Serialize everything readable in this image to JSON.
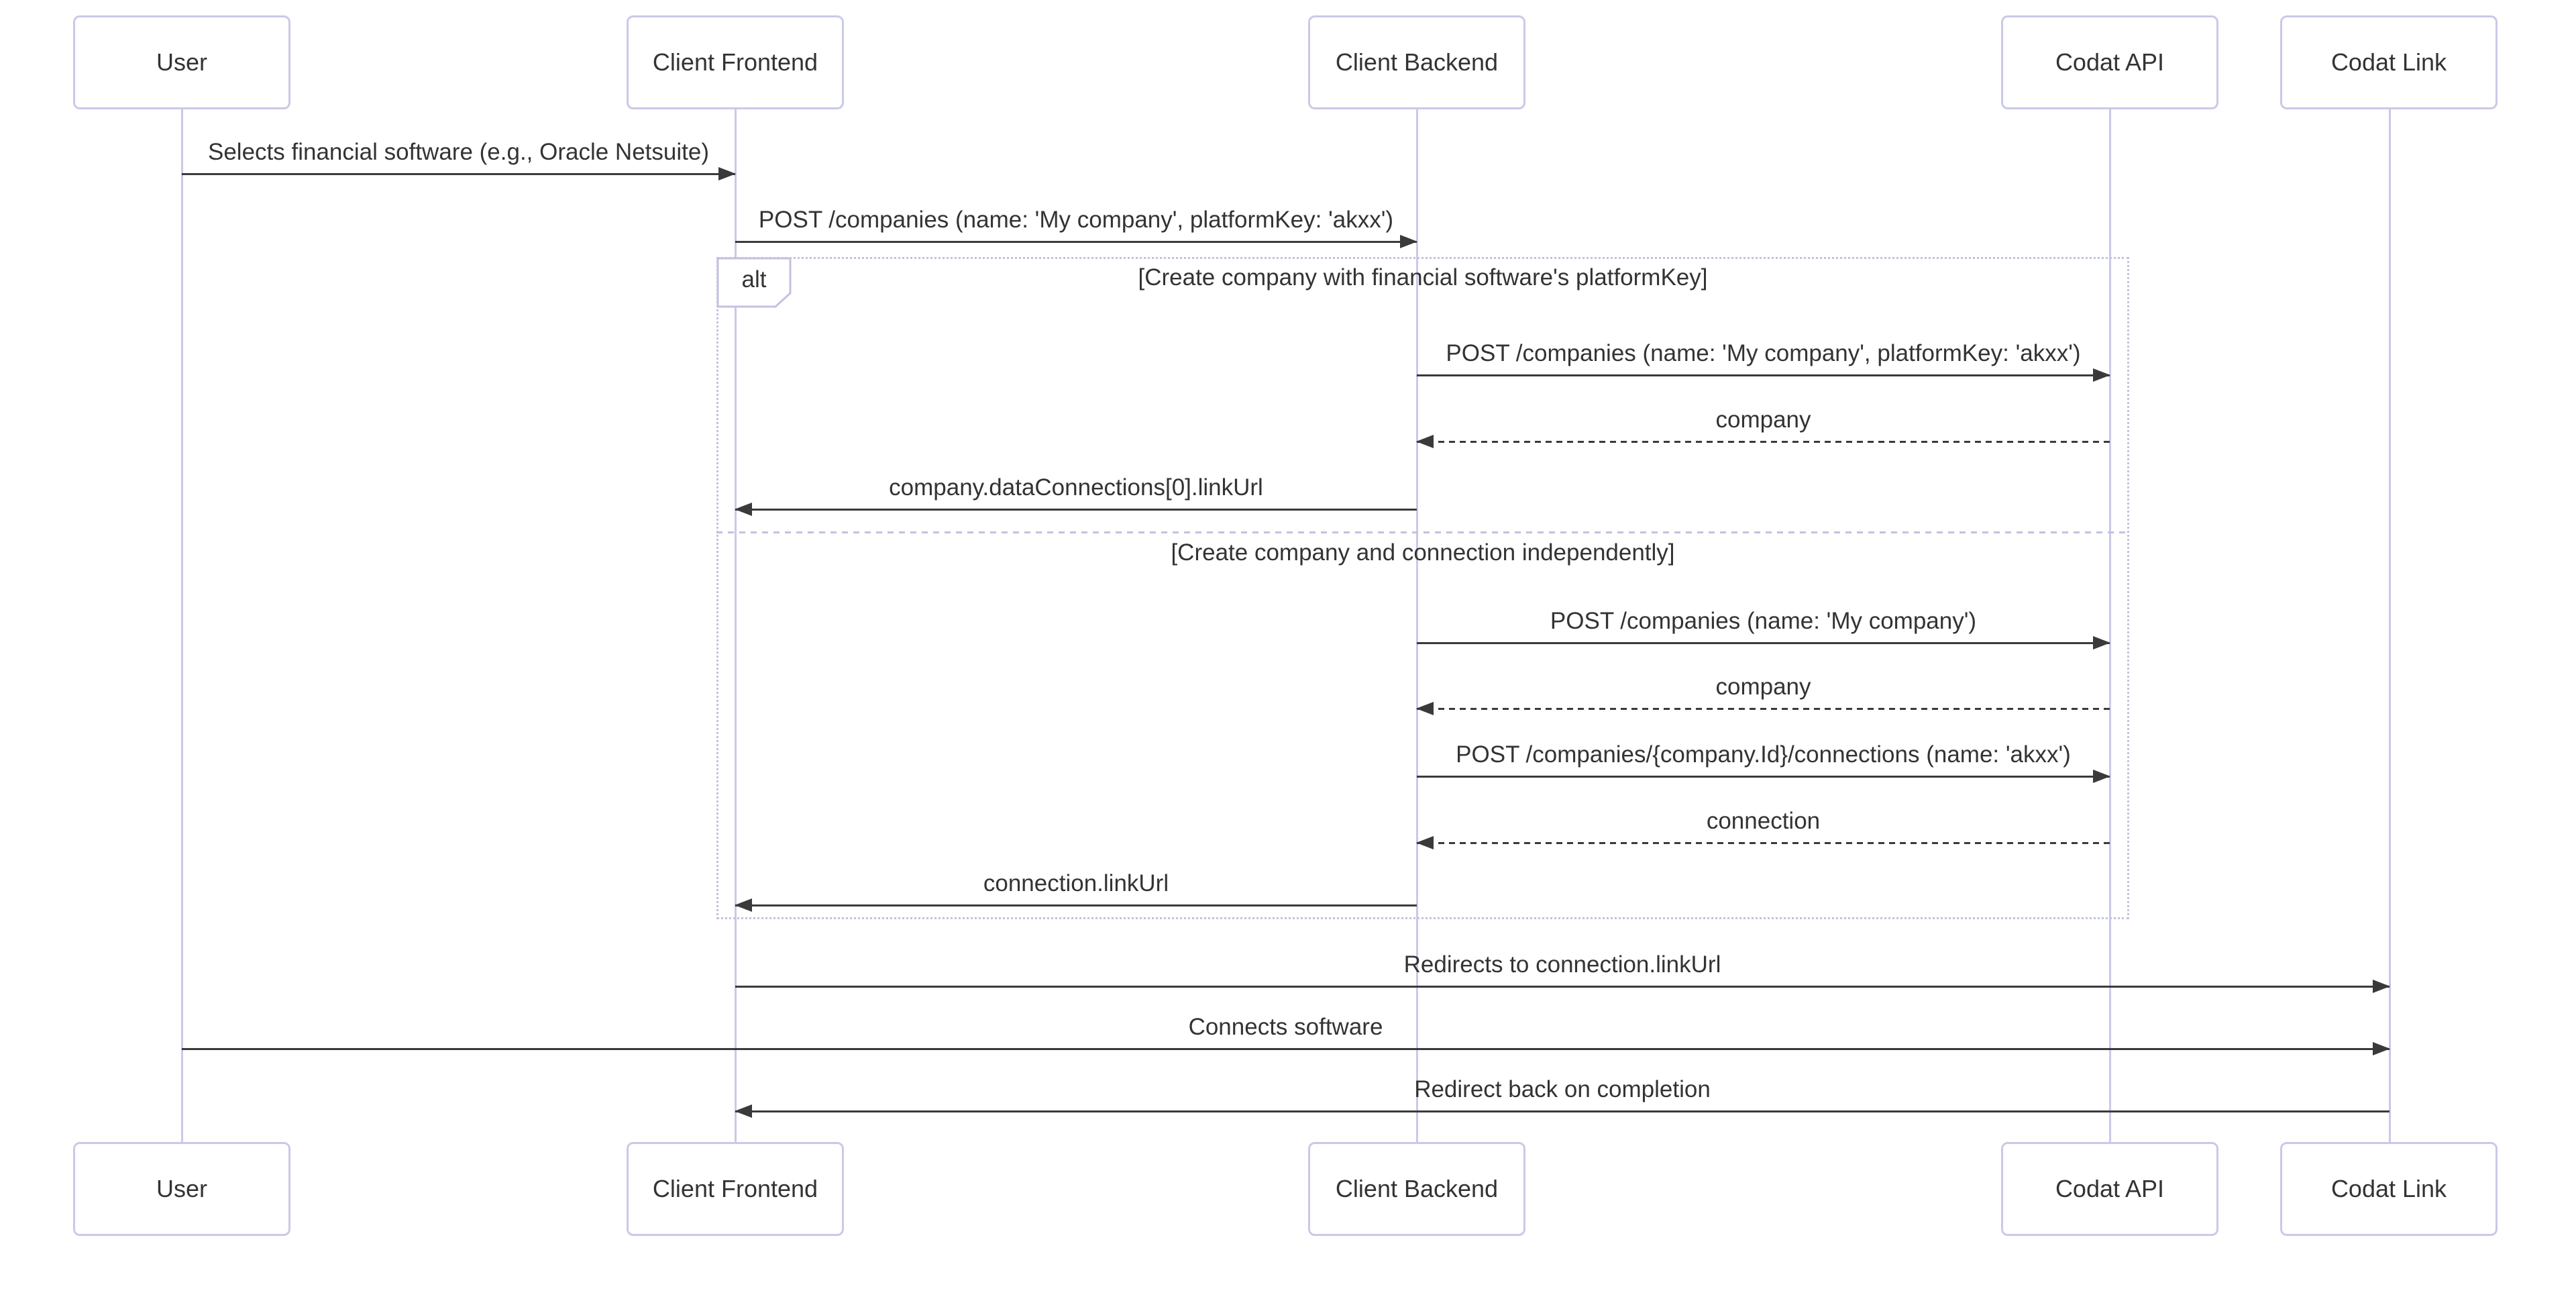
{
  "diagram": {
    "type": "sequence",
    "actors": [
      {
        "name": "User"
      },
      {
        "name": "Client Frontend"
      },
      {
        "name": "Client Backend"
      },
      {
        "name": "Codat API"
      },
      {
        "name": "Codat Link"
      }
    ],
    "alt_block": {
      "operator": "alt",
      "branches": [
        {
          "title": "[Create company with financial software's platformKey]"
        },
        {
          "title": "[Create company and connection independently]"
        }
      ]
    },
    "messages": [
      {
        "from": "User",
        "to": "Client Frontend",
        "line": "solid",
        "label": "Selects financial software (e.g., Oracle Netsuite)"
      },
      {
        "from": "Client Frontend",
        "to": "Client Backend",
        "line": "solid",
        "label": "POST /companies (name: 'My company', platformKey: 'akxx')"
      },
      {
        "from": "Client Backend",
        "to": "Codat API",
        "line": "solid",
        "label": "POST /companies (name: 'My company', platformKey: 'akxx')"
      },
      {
        "from": "Codat API",
        "to": "Client Backend",
        "line": "dashed",
        "label": "company"
      },
      {
        "from": "Client Backend",
        "to": "Client Frontend",
        "line": "solid",
        "label": "company.dataConnections[0].linkUrl"
      },
      {
        "from": "Client Backend",
        "to": "Codat API",
        "line": "solid",
        "label": "POST /companies (name: 'My company')"
      },
      {
        "from": "Codat API",
        "to": "Client Backend",
        "line": "dashed",
        "label": "company"
      },
      {
        "from": "Client Backend",
        "to": "Codat API",
        "line": "solid",
        "label": "POST /companies/{company.Id}/connections (name: 'akxx')"
      },
      {
        "from": "Codat API",
        "to": "Client Backend",
        "line": "dashed",
        "label": "connection"
      },
      {
        "from": "Client Backend",
        "to": "Client Frontend",
        "line": "solid",
        "label": "connection.linkUrl"
      },
      {
        "from": "Client Frontend",
        "to": "Codat Link",
        "line": "solid",
        "label": "Redirects to connection.linkUrl"
      },
      {
        "from": "User",
        "to": "Codat Link",
        "line": "solid",
        "label": "Connects software"
      },
      {
        "from": "Codat Link",
        "to": "Client Frontend",
        "line": "solid",
        "label": "Redirect back on completion"
      }
    ],
    "colors": {
      "background": "#ffffff",
      "lifeline": "#c9c9e8",
      "actor_border": "#c9c9e8",
      "actor_fill": "#ffffff",
      "frame_border": "#c2c2e0",
      "message_line": "#3a3a3a",
      "text": "#333333"
    }
  }
}
